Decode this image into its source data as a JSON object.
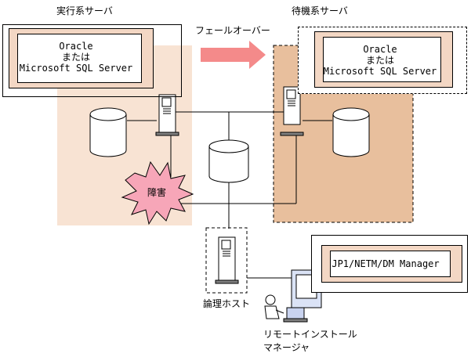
{
  "labels": {
    "active_system": "実行系サーバ",
    "standby_system": "待機系サーバ",
    "failover": "フェールオーバー",
    "failure": "障害",
    "logical_host": "論理ホスト",
    "remote_install_manager_line1": "リモートインストール",
    "remote_install_manager_line2": "マネージャ"
  },
  "db_product": {
    "line1": "Oracle",
    "line2": "または",
    "line3": "Microsoft SQL Server"
  },
  "manager_product": "JP1/NETM/DM Manager",
  "colors": {
    "active_area": "#f8e3d3",
    "standby_area": "#e8bf9d",
    "failover_arrow": "#f48a8a",
    "failure_burst": "#f7a6b8",
    "box_side": "#f3d7c4",
    "cylinder": "#ffffff",
    "manager_pc": "#dbe3f6"
  },
  "icons": [
    "server-tower-icon",
    "database-cylinder-icon",
    "failure-burst-icon",
    "failover-arrow-icon",
    "manager-pc-icon",
    "operator-person-icon"
  ]
}
